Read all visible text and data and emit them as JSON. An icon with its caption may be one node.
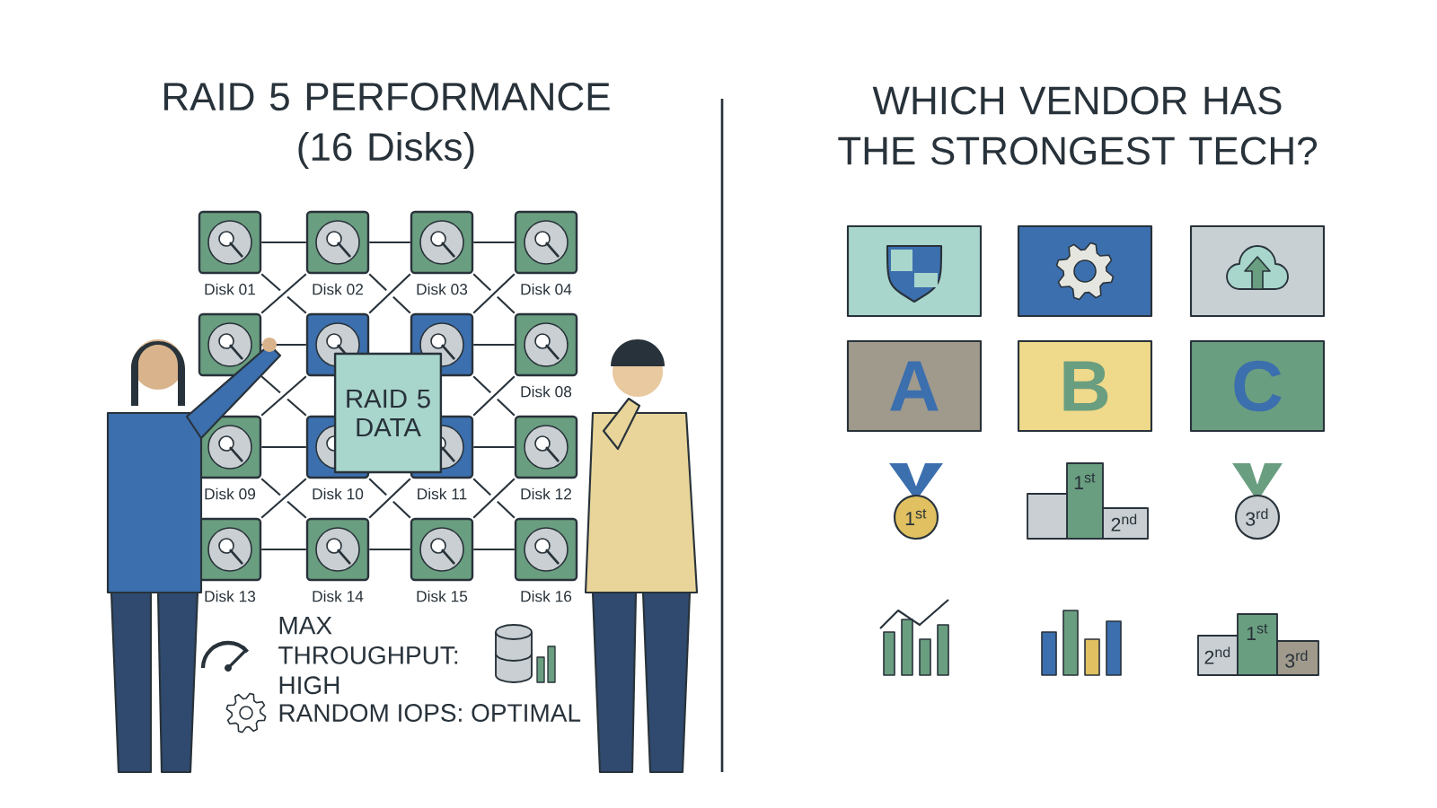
{
  "diagram": {
    "nodes": [
      {
        "text": [
          "Disk 01"
        ]
      },
      {
        "text": [
          "Disk 02"
        ]
      },
      {
        "text": [
          "Disk 03"
        ]
      },
      {
        "text": [
          "Disk 04"
        ]
      },
      {
        "text": [],
        "shape": "box"
      },
      {
        "text": [],
        "shape": "box"
      },
      {
        "text": [],
        "shape": "box"
      },
      {
        "text": [
          "Disk 08"
        ]
      },
      {
        "text": [
          "Disk 09"
        ]
      },
      {
        "text": [
          "Disk 10"
        ]
      },
      {
        "text": [
          "Disk 11"
        ]
      },
      {
        "text": [
          "Disk 12"
        ]
      },
      {
        "text": [
          "Disk 13"
        ]
      },
      {
        "text": [
          "Disk 14"
        ]
      },
      {
        "text": [
          "Disk 15"
        ]
      },
      {
        "text": [
          "Disk 16"
        ]
      },
      {
        "text": [
          "RAID 5 DATA"
        ]
      },
      {
        "text": [],
        "shape": "box"
      },
      {
        "text": [],
        "shape": "box"
      },
      {
        "text": [],
        "shape": "box"
      },
      {
        "text": [
          "A"
        ]
      },
      {
        "text": [
          "B"
        ]
      },
      {
        "text": [
          "C"
        ]
      }
    ],
    "edges": [
      {
        "from": 0,
        "to": 1,
        "arrow": "none"
      },
      {
        "from": 1,
        "to": 2,
        "arrow": "none"
      },
      {
        "from": 2,
        "to": 3,
        "arrow": "none"
      },
      {
        "from": 4,
        "to": 5,
        "arrow": "none"
      },
      {
        "from": 6,
        "to": 7,
        "arrow": "none"
      },
      {
        "from": 8,
        "to": 9,
        "arrow": "none"
      },
      {
        "from": 10,
        "to": 11,
        "arrow": "none"
      },
      {
        "from": 12,
        "to": 13,
        "arrow": "none"
      },
      {
        "from": 13,
        "to": 14,
        "arrow": "none"
      },
      {
        "from": 14,
        "to": 15,
        "arrow": "none"
      },
      {
        "from": 0,
        "to": 5,
        "arrow": "none"
      },
      {
        "from": 1,
        "to": 4,
        "arrow": "none"
      },
      {
        "from": 1,
        "to": 6,
        "arrow": "none"
      },
      {
        "from": 2,
        "to": 5,
        "arrow": "none"
      },
      {
        "from": 2,
        "to": 7,
        "arrow": "none"
      },
      {
        "from": 3,
        "to": 6,
        "arrow": "none"
      },
      {
        "from": 4,
        "to": 9,
        "arrow": "none"
      },
      {
        "from": 5,
        "to": 8,
        "arrow": "none"
      },
      {
        "from": 6,
        "to": 11,
        "arrow": "none"
      },
      {
        "from": 7,
        "to": 10,
        "arrow": "none"
      },
      {
        "from": 8,
        "to": 13,
        "arrow": "none"
      },
      {
        "from": 9,
        "to": 12,
        "arrow": "none"
      },
      {
        "from": 9,
        "to": 14,
        "arrow": "none"
      },
      {
        "from": 10,
        "to": 13,
        "arrow": "none"
      },
      {
        "from": 10,
        "to": 15,
        "arrow": "none"
      },
      {
        "from": 11,
        "to": 14,
        "arrow": "none"
      }
    ],
    "labels": [
      "RAID 5 PERFORMANCE (16 Disks)",
      "WHICH VENDOR HAS THE STRONGEST TECH?",
      "MAX THROUGHPUT: HIGH",
      "RANDOM IOPS: OPTIMAL",
      "1$^{st}$",
      "1$^{st}$",
      "2$^{nd}$",
      "3$^{rd}$",
      "2$^{nd}$",
      "1$^{st}$",
      "3$^{rd}$"
    ]
  }
}
